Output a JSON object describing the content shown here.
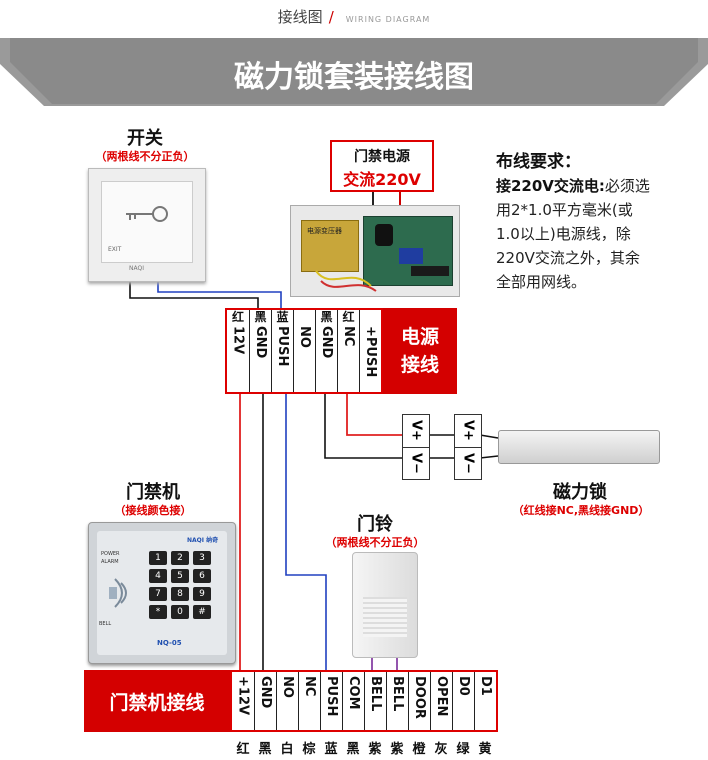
{
  "header": {
    "title": "接线图",
    "subtitle": "WIRING DIAGRAM"
  },
  "banner": {
    "title": "磁力锁套装接线图"
  },
  "switch": {
    "title": "开关",
    "note": "（两根线不分正负）",
    "exit_label": "EXIT",
    "brand": "NAQI"
  },
  "power": {
    "title_line1": "门禁电源",
    "title_line2": "交流220V",
    "board_label": "电源变压器"
  },
  "wiring_req": {
    "title": "布线要求：",
    "line1_bold": "接220V交流电:",
    "line1_rest": "必须选",
    "line2": "用2*1.0平方毫米(或",
    "line3": "1.0以上)电源线，除",
    "line4": "220V交流之外，其余",
    "line5": "全部用网线。"
  },
  "power_terminals": {
    "label_line1": "电源",
    "label_line2": "接线",
    "items": [
      {
        "color": "红",
        "name": "12V"
      },
      {
        "color": "黑",
        "name": "GND"
      },
      {
        "color": "蓝",
        "name": "PUSH"
      },
      {
        "color": "",
        "name": "NO"
      },
      {
        "color": "黑",
        "name": "GND"
      },
      {
        "color": "红",
        "name": "NC"
      },
      {
        "color": "",
        "name": "+PUSH"
      }
    ]
  },
  "maglock": {
    "title": "磁力锁",
    "note": "（红线接NC,黑线接GND）",
    "vplus": "V+",
    "vminus": "V−"
  },
  "access": {
    "title": "门禁机",
    "note": "（接线颜色接）",
    "power_lbl": "POWER",
    "alarm_lbl": "ALARM",
    "bell_lbl": "BELL",
    "brand": "NAQI 纳奇",
    "model": "NQ-05",
    "keys": [
      "1",
      "2",
      "3",
      "4",
      "5",
      "6",
      "7",
      "8",
      "9",
      "*",
      "0",
      "#"
    ]
  },
  "bell": {
    "title": "门铃",
    "note": "（两根线不分正负）"
  },
  "access_terminals": {
    "label": "门禁机接线",
    "items": [
      {
        "name": "+12V",
        "color": "红"
      },
      {
        "name": "GND",
        "color": "黑"
      },
      {
        "name": "NO",
        "color": "白"
      },
      {
        "name": "NC",
        "color": "棕"
      },
      {
        "name": "PUSH",
        "color": "蓝"
      },
      {
        "name": "COM",
        "color": "黑"
      },
      {
        "name": "BELL",
        "color": "紫"
      },
      {
        "name": "BELL",
        "color": "紫"
      },
      {
        "name": "DOOR",
        "color": "橙"
      },
      {
        "name": "OPEN",
        "color": "灰"
      },
      {
        "name": "D0",
        "color": "绿"
      },
      {
        "name": "D1",
        "color": "黄"
      }
    ]
  },
  "colors": {
    "accent_red": "#d40000",
    "wire_red": "#e02020",
    "wire_blue": "#2040c0",
    "wire_black": "#111111"
  }
}
